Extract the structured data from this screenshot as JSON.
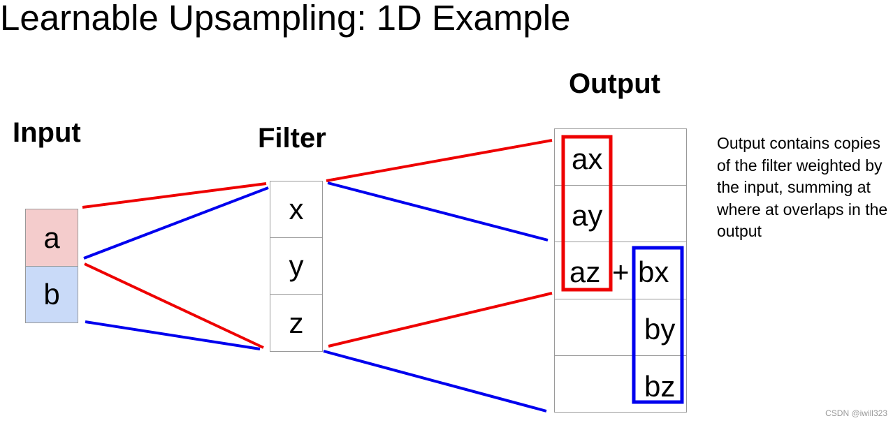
{
  "title": "Learnable Upsampling: 1D Example",
  "input": {
    "heading": "Input",
    "cells": [
      "a",
      "b"
    ]
  },
  "filter": {
    "heading": "Filter",
    "cells": [
      "x",
      "y",
      "z"
    ]
  },
  "output": {
    "heading": "Output",
    "red_terms": [
      "ax",
      "ay",
      "az"
    ],
    "plus": "+",
    "blue_terms": [
      "bx",
      "by",
      "bz"
    ]
  },
  "description": "Output contains copies of the filter weighted by the input, summing at where at overlaps in the output",
  "watermark": "CSDN @iwill323",
  "colors": {
    "input_a_fill": "#f4cccc",
    "input_b_fill": "#c9daf8",
    "red": "#ee0000",
    "blue": "#0000ee"
  }
}
